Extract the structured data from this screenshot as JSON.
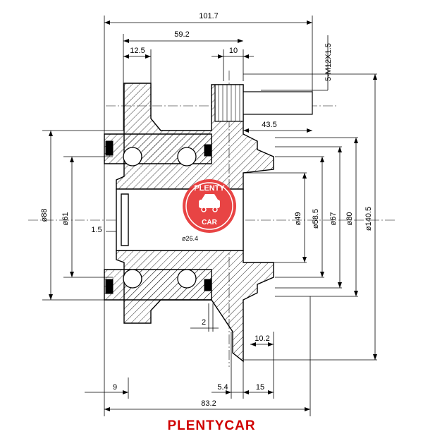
{
  "dimensions": {
    "overall_length": "101.7",
    "flange_to_end": "59.2",
    "flange_width": "12.5",
    "bolt_offset": "10",
    "stud_thread": "5-M12X1.5",
    "stud_length": "43.5",
    "seal_gap": "1.5",
    "small_step": "2",
    "spigot_depth": "10.2",
    "left_step": "9",
    "step_5_4": "5.4",
    "step_15": "15",
    "body_length": "83.2",
    "dia_88": "ø88",
    "dia_61": "ø61",
    "dia_49": "ø49",
    "dia_58_5": "ø58.5",
    "dia_67": "ø67",
    "dia_80": "ø80",
    "dia_140_5": "ø140.5",
    "bore_dia": "ø26.4"
  },
  "brand": {
    "name": "PLENTYCAR",
    "logo_top": "PLENTY",
    "logo_bottom": "CAR"
  },
  "colors": {
    "line": "#000000",
    "brand_red": "#d00000",
    "logo_red": "#e53030"
  }
}
